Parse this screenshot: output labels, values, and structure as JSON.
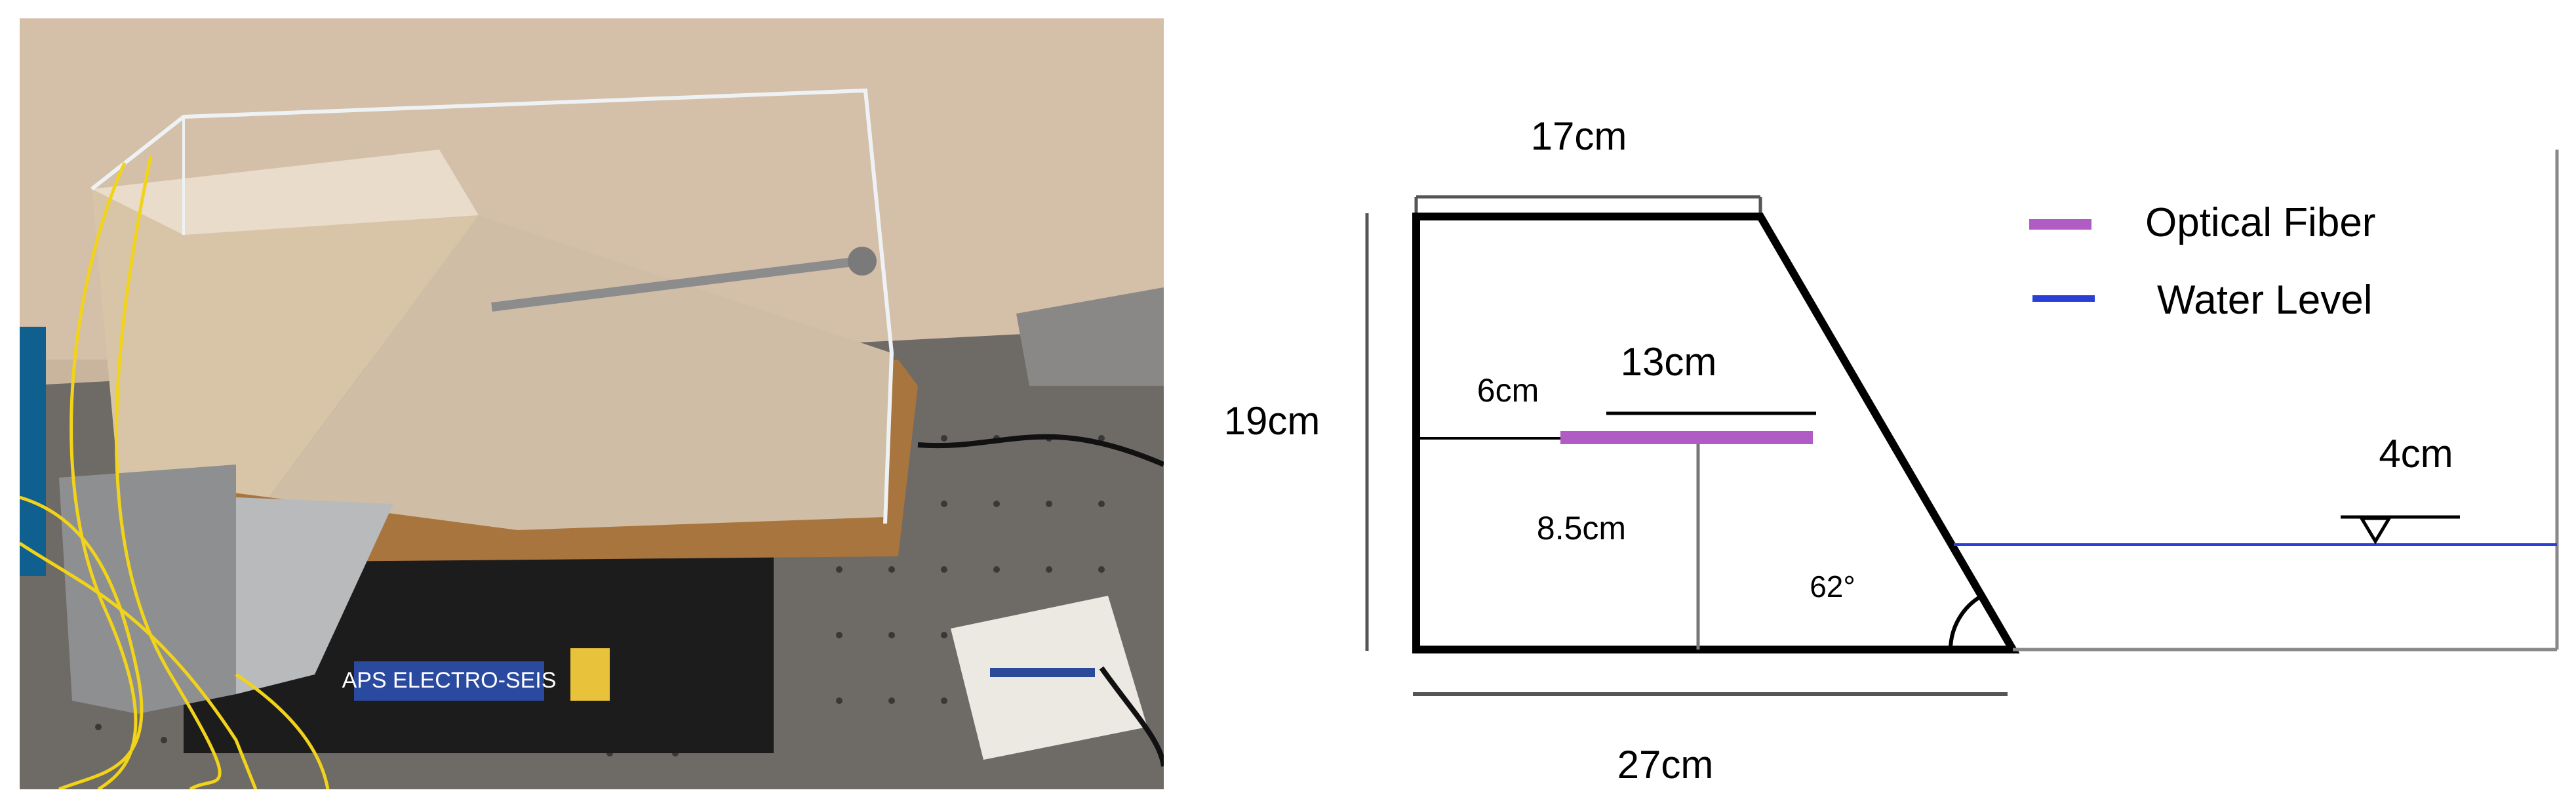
{
  "photo": {
    "device_label": "APS ELECTRO-SEIS"
  },
  "diagram": {
    "dimensions": {
      "top_width": "17cm",
      "height": "19cm",
      "fiber_length": "13cm",
      "fiber_offset": "6cm",
      "fiber_depth": "8.5cm",
      "base_width": "27cm",
      "water_depth": "4cm",
      "slope_angle": "62°"
    },
    "legend": [
      {
        "label": "Optical Fiber",
        "color": "#b05cc4"
      },
      {
        "label": "Water Level",
        "color": "#2b3fd6"
      }
    ]
  },
  "colors": {
    "outline": "#000000",
    "dim_lines": "#555555",
    "fiber": "#b05cc4",
    "water": "#2b3fd6"
  }
}
